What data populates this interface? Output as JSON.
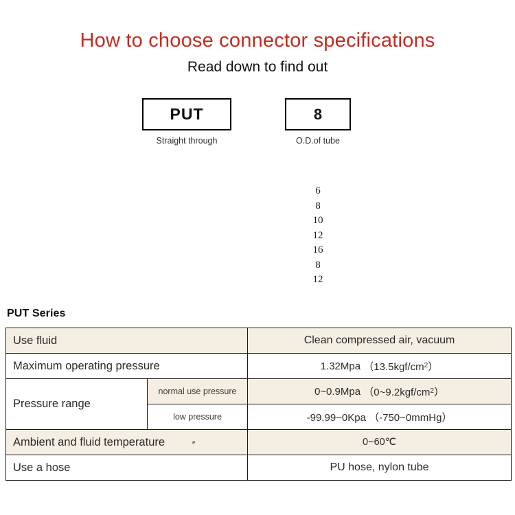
{
  "header": {
    "title": "How to choose connector specifications",
    "subtitle": "Read down to find out",
    "title_color": "#c42b21",
    "subtitle_color": "#111111"
  },
  "code_builder": {
    "segments": [
      {
        "value": "PUT",
        "caption": "Straight through"
      },
      {
        "value": "8",
        "caption": "O.D.of tube"
      }
    ],
    "tube_size_options": [
      "6",
      "8",
      "10",
      "12",
      "16",
      "8",
      "12"
    ]
  },
  "spec_table": {
    "heading": "PUT Series",
    "tint_color": "#f5eee2",
    "rows": [
      {
        "label": "Use fluid",
        "value": "Clean compressed air, vacuum",
        "tinted": true
      },
      {
        "label": "Maximum operating pressure",
        "value_prefix": "1.32Mpa",
        "value_paren": "（13.5kgf/cm",
        "value_sup": "2",
        "value_suffix": "）",
        "tinted": false
      },
      {
        "label": "Pressure range",
        "sub_rows": [
          {
            "label": "normal use pressure",
            "value_prefix": "0~0.9Mpa",
            "value_paren": "（0~9.2kgf/cm",
            "value_sup": "2",
            "value_suffix": "）",
            "tinted": true
          },
          {
            "label": "low pressure",
            "value": "-99.99~0Kpa （-750~0mmHg）",
            "tinted": false
          }
        ]
      },
      {
        "label": "Ambient and fluid temperature",
        "stray_mark": "e",
        "value": "0~60℃",
        "tinted": true
      },
      {
        "label": "Use a hose",
        "value": "PU hose, nylon tube",
        "tinted": false
      }
    ]
  }
}
